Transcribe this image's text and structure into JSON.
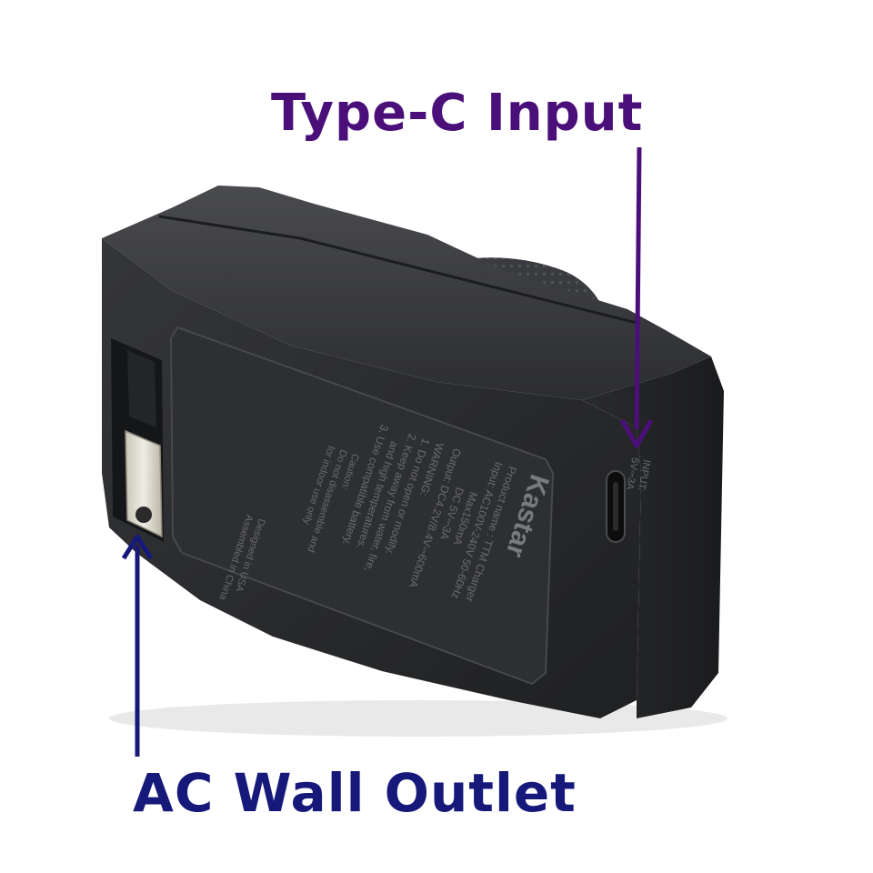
{
  "callouts": {
    "type_c": {
      "text": "Type-C Input",
      "color": "#4b0f7a"
    },
    "ac_outlet": {
      "text": "AC Wall Outlet",
      "color": "#16197a"
    }
  },
  "device": {
    "brand": "Kastar",
    "product_name_line": "Product name : TTM Charger",
    "input_line": "Input: AC100V-240V 50-60Hz",
    "input_current_line": "Max150mA",
    "dc_line": "DC 5V⎓3A",
    "output_line": "Output: DC4.2V/8.4V⎓600mA",
    "warning_title": "WARNING:",
    "warnings": [
      "1. Do not open or modify.",
      "2. Keep away from water, fire,",
      "and high temperatures.",
      "3. Use compatible battery."
    ],
    "caution_title": "Caution:",
    "caution_lines": [
      "Do not disassemble and",
      "for indoor use only"
    ],
    "origin_lines": [
      "Designed in USA",
      "Assembled in China"
    ],
    "port_label_lines": [
      "INPUT:",
      "5V⎓3A"
    ],
    "colors": {
      "body": "#2a2b2d",
      "body_top": "#3a3b3d",
      "prong": "#d8d4c8"
    }
  }
}
